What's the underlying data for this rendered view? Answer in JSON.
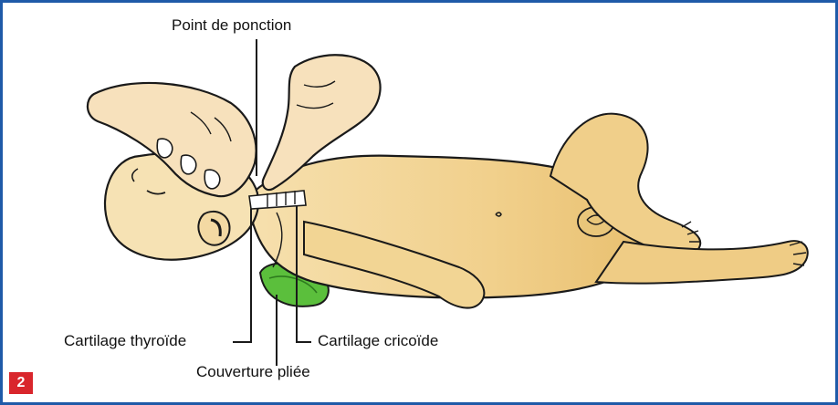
{
  "labels": {
    "puncture_point": "Point de ponction",
    "thyroid_cartilage": "Cartilage thyroïde",
    "cricoid_cartilage": "Cartilage cricoïde",
    "folded_blanket": "Couverture pliée"
  },
  "figure_number": "2",
  "colors": {
    "frame": "#1f5aa8",
    "skin": "#f3d79a",
    "skin_shadow": "#e4b866",
    "hand": "#f5dcb0",
    "blanket": "#5bbf3c",
    "outline": "#1a1a1a",
    "badge": "#d9262c"
  }
}
